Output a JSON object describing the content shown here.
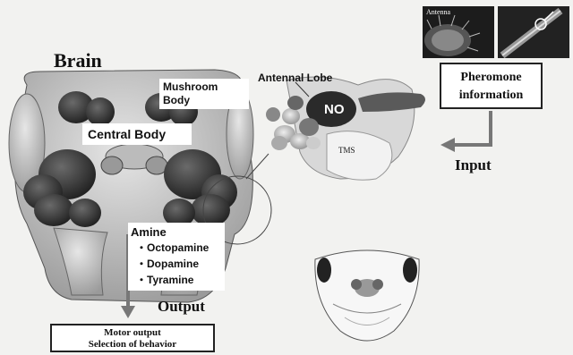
{
  "labels": {
    "brain": "Brain",
    "mushroom_body": "Mushroom Body",
    "central_body": "Central  Body",
    "antennal_lobe": "Antennal Lobe",
    "no": "NO",
    "tms": "TMS",
    "antenna": "Antenna",
    "pheromone_line1": "Pheromone",
    "pheromone_line2": "information",
    "input": "Input",
    "amine": "Amine",
    "octopamine": "・Octopamine",
    "dopamine": "・Dopamine",
    "tyramine": "・Tyramine",
    "output": "Output",
    "motor_line1": "Motor output",
    "motor_line2": "Selection of behavior"
  }
}
